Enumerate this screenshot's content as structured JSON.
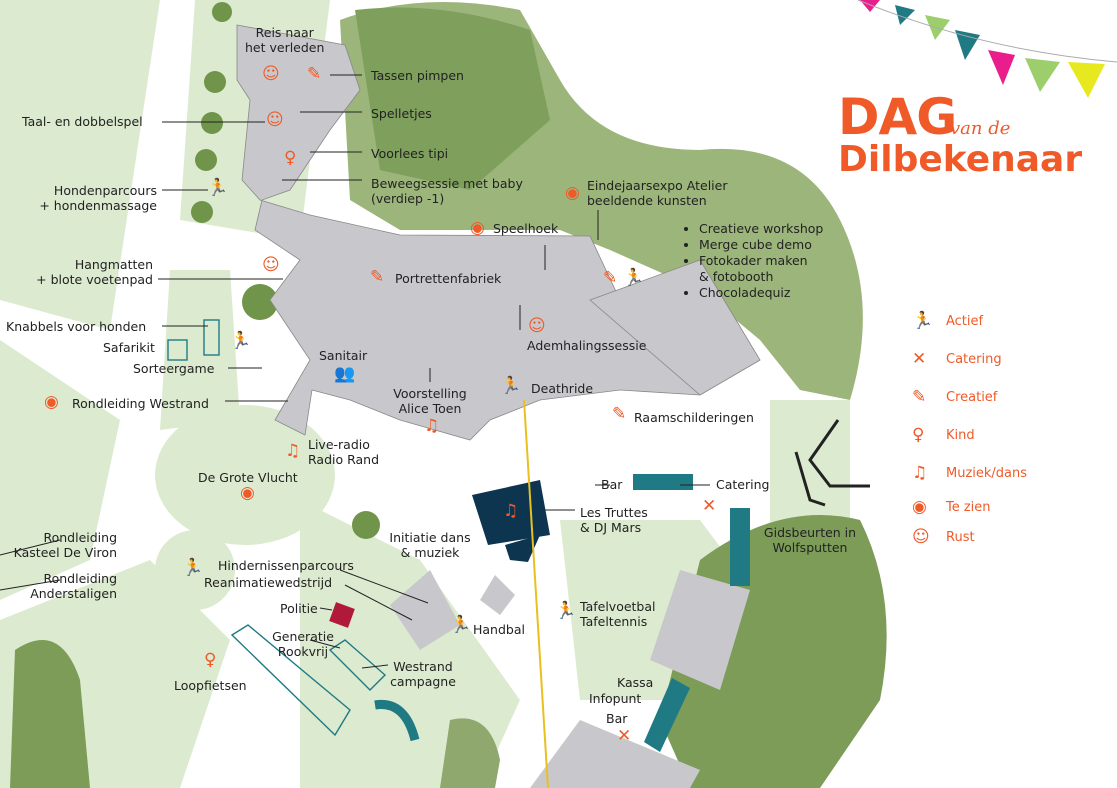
{
  "title": {
    "line1": "DAG",
    "line2": "van de",
    "line3": "Dilbekenaar"
  },
  "colors": {
    "accent": "#f05a28",
    "grass": "#dcebd0",
    "trees": "#8fa86e",
    "building": "#c8c8cc",
    "teal": "#1f7a84",
    "stage": "#0d3550",
    "line": "#e8c020"
  },
  "legend": [
    {
      "icon": "running-icon",
      "glyph": "🏃",
      "label": "Actief"
    },
    {
      "icon": "cutlery-icon",
      "glyph": "✕",
      "label": "Catering"
    },
    {
      "icon": "palette-icon",
      "glyph": "✎",
      "label": "Creatief"
    },
    {
      "icon": "child-balloon-icon",
      "glyph": "♀",
      "label": "Kind"
    },
    {
      "icon": "music-note-icon",
      "glyph": "♫",
      "label": "Muziek/dans"
    },
    {
      "icon": "eye-icon",
      "glyph": "◉",
      "label": "Te zien"
    },
    {
      "icon": "smiley-icon",
      "glyph": "☺",
      "label": "Rust"
    }
  ],
  "labels": {
    "reis": "Reis naar\nhet verleden",
    "tassen": "Tassen pimpen",
    "taal": "Taal- en dobbelspel",
    "spelletjes": "Spelletjes",
    "voorlees": "Voorlees tipi",
    "beweeg": "Beweegsessie met baby\n(verdiep -1)",
    "honden": "Hondenparcours\n+ hondenmassage",
    "expo": "Eindejaarsexpo Atelier\nbeeldende kunsten",
    "speelhoek": "Speelhoek",
    "workshop_list": [
      "Creatieve workshop",
      "Merge cube demo",
      "Fotokader maken\n& fotobooth",
      "Chocoladequiz"
    ],
    "hangmatten": "Hangmatten\n+ blote voetenpad",
    "portretten": "Portrettenfabriek",
    "knabbels": "Knabbels voor honden",
    "safarikit": "Safarikit",
    "sorteergame": "Sorteergame",
    "sanitair": "Sanitair",
    "ademhaling": "Ademhalingssessie",
    "rondleiding_westrand": "Rondleiding Westrand",
    "voorstelling": "Voorstelling\nAlice Toen",
    "deathride": "Deathride",
    "raam": "Raamschilderingen",
    "liveradio": "Live-radio\nRadio Rand",
    "grotevlucht": "De Grote Vlucht",
    "bar1": "Bar",
    "catering": "Catering",
    "truttes": "Les Truttes\n& DJ Mars",
    "initiatie": "Initiatie dans\n& muziek",
    "gidsbeurten": "Gidsbeurten in\nWolfsputten",
    "kasteel": "Rondleiding\nKasteel De Viron",
    "anderstaligen": "Rondleiding\nAnderstaligen",
    "hindernis": "Hindernissenparcours",
    "reanimatie": "Reanimatiewedstrijd",
    "politie": "Politie",
    "tafel": "Tafelvoetbal\nTafeltennis",
    "handbal": "Handbal",
    "rookvrij": "Generatie\nRookvrij",
    "westrand_campagne": "Westrand\ncampagne",
    "kassa": "Kassa",
    "infopunt": "Infopunt",
    "bar2": "Bar",
    "loopfietsen": "Loopfietsen"
  }
}
